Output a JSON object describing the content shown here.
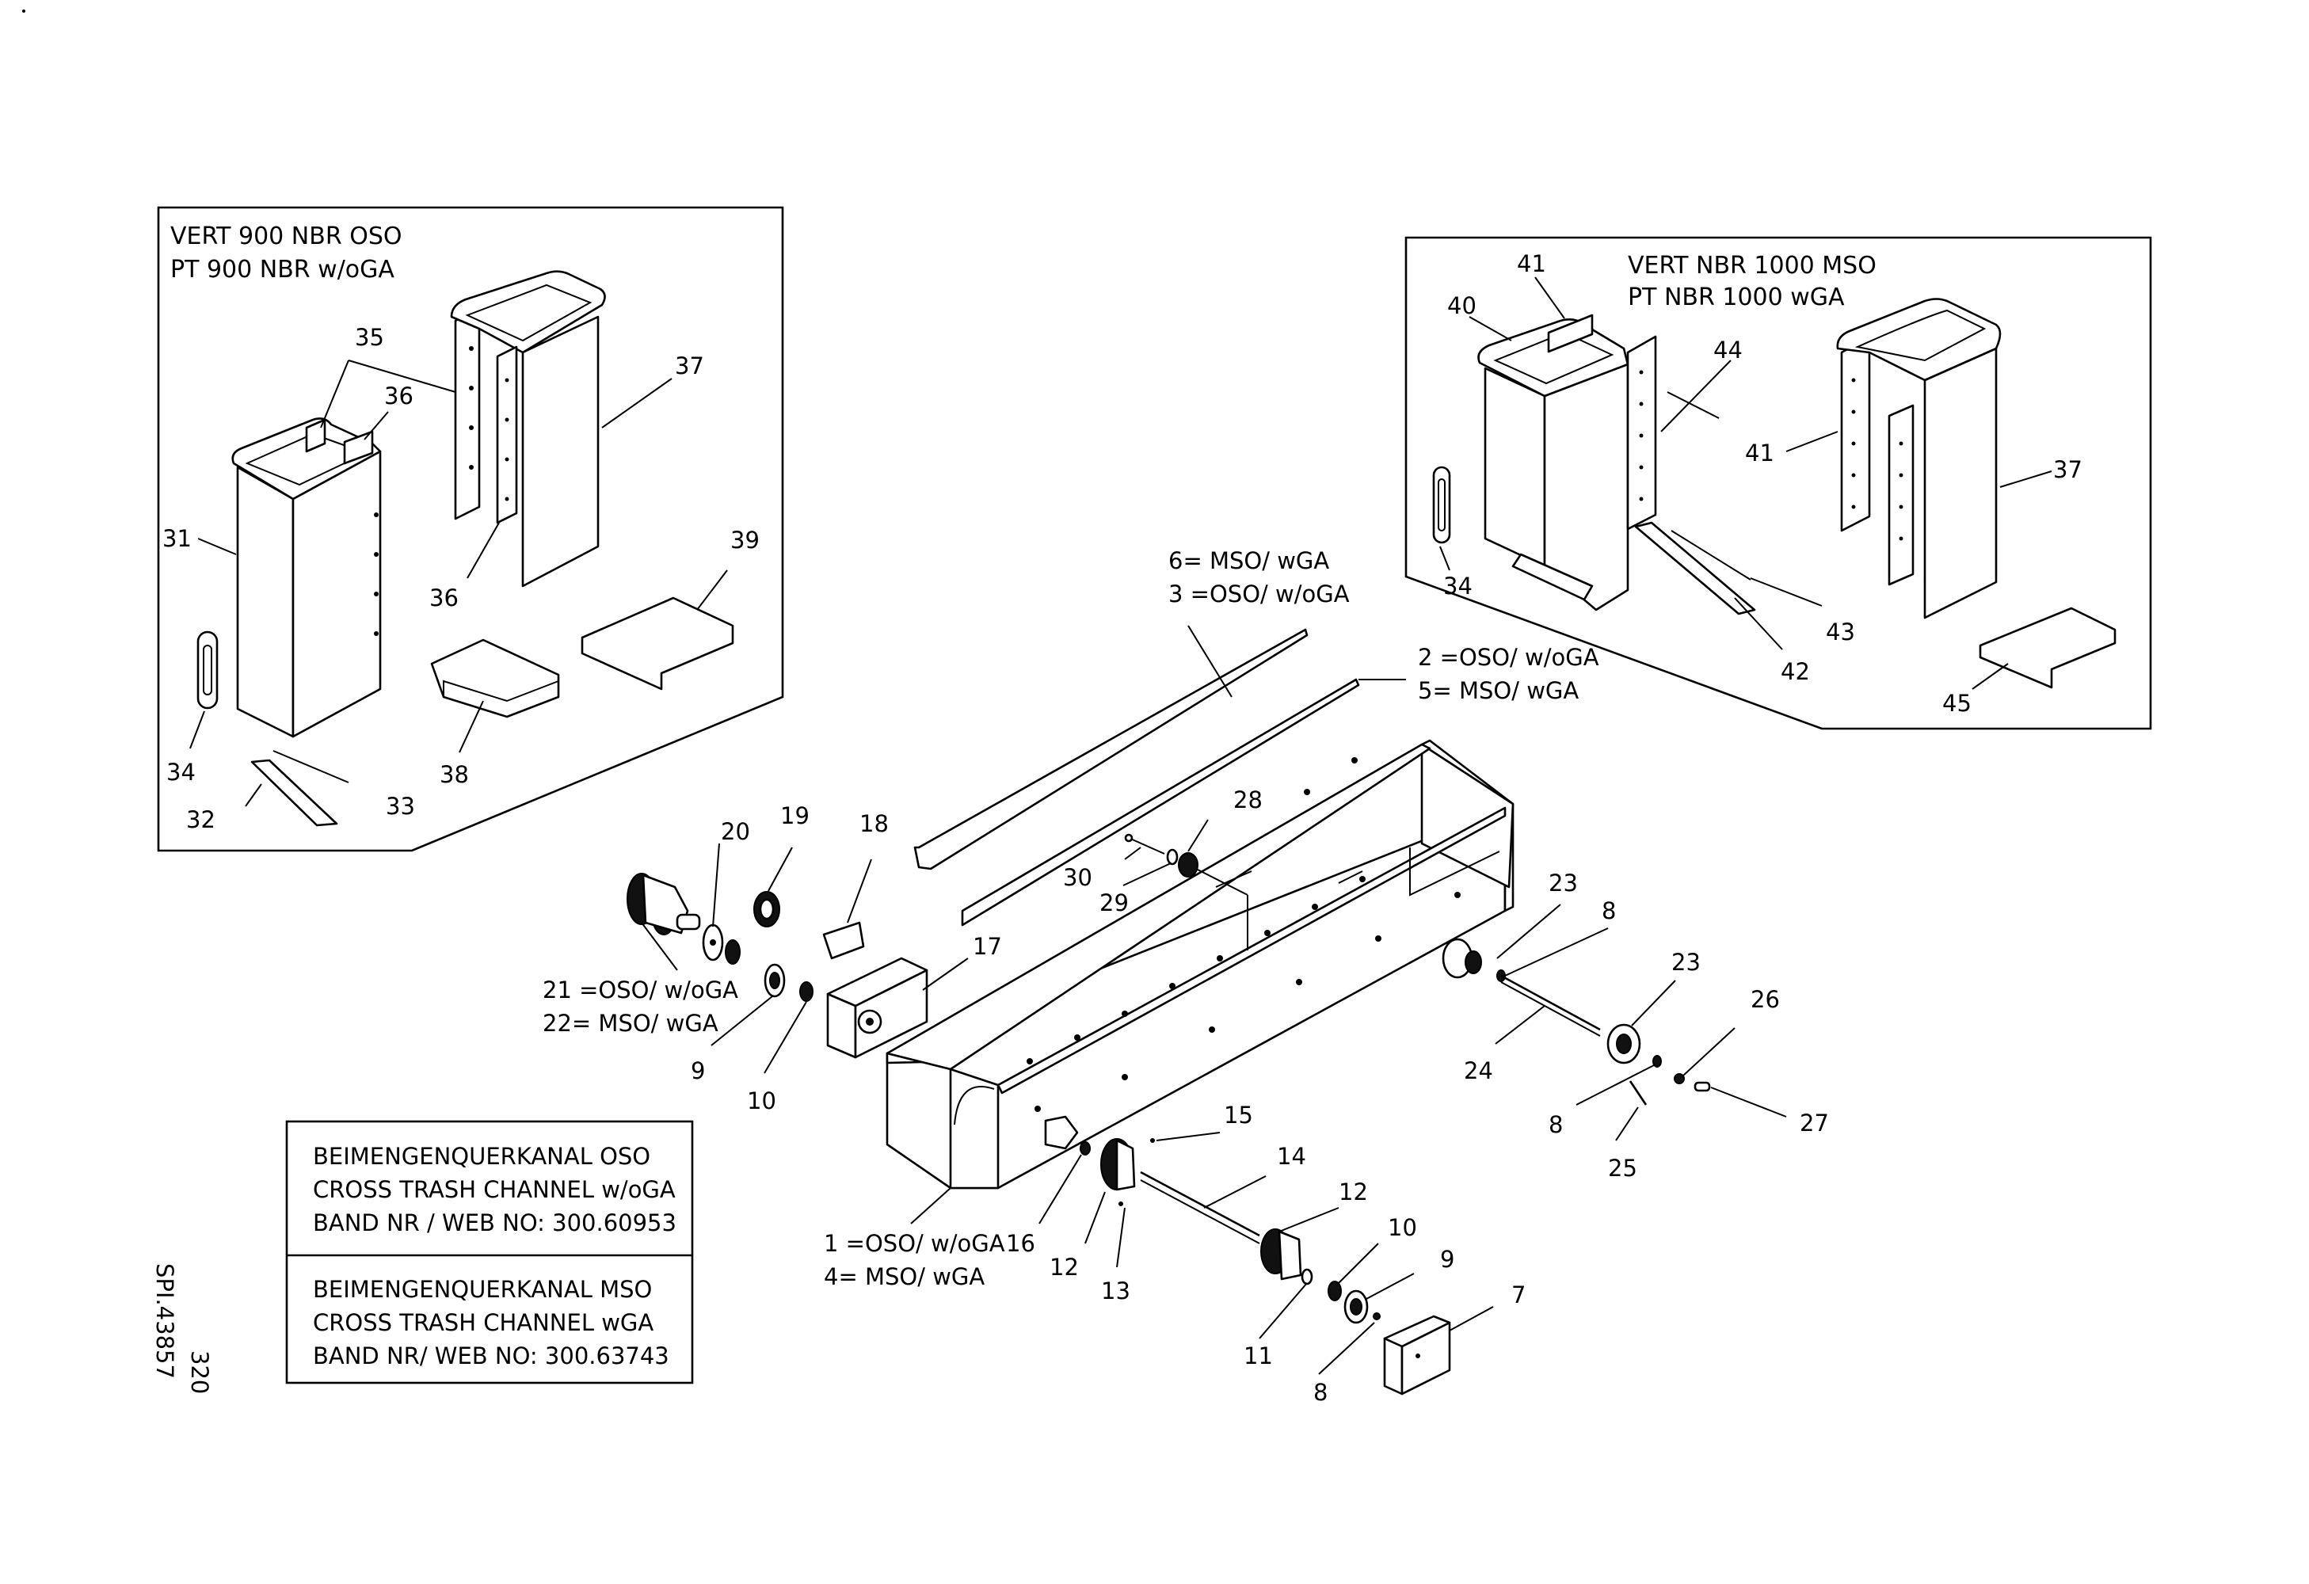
{
  "insets": {
    "left": {
      "line1": "VERT 900 NBR OSO",
      "line2": "PT 900 NBR w/oGA"
    },
    "right": {
      "line1": "VERT NBR 1000 MSO",
      "line2": "PT NBR 1000 wGA"
    }
  },
  "title_blocks": [
    {
      "line1": "BEIMENGENQUERKANAL OSO",
      "line2": "CROSS TRASH CHANNEL w/oGA",
      "line3": "BAND NR / WEB NO: 300.60953"
    },
    {
      "line1": "BEIMENGENQUERKANAL MSO",
      "line2": "CROSS TRASH CHANNEL wGA",
      "line3": "BAND NR/ WEB NO: 300.63743"
    }
  ],
  "drawing_ref": {
    "number": "SPI.43857",
    "page": "320"
  },
  "variant_labels": {
    "strip_top": {
      "line1": "6= MSO/ wGA",
      "line2": "3 =OSO/ w/oGA"
    },
    "strip_mid": {
      "line1": "2 =OSO/ w/oGA",
      "line2": "5= MSO/ wGA"
    },
    "gear_left": {
      "line1": "21 =OSO/ w/oGA",
      "line2": "22= MSO/ wGA"
    },
    "channel": {
      "line1": "1 =OSO/ w/oGA",
      "line2": "4= MSO/ wGA"
    }
  },
  "callouts": {
    "c31": "31",
    "c32": "32",
    "c33": "33",
    "c34": "34",
    "c35": "35",
    "c36a": "36",
    "c36b": "36",
    "c37a": "37",
    "c38": "38",
    "c39": "39",
    "c40": "40",
    "c41a": "41",
    "c41b": "41",
    "c34b": "34",
    "c37b": "37",
    "c42": "42",
    "c43": "43",
    "c44": "44",
    "c45": "45",
    "c7": "7",
    "c8a": "8",
    "c8b": "8",
    "c8c": "8",
    "c9a": "9",
    "c9b": "9",
    "c10a": "10",
    "c10b": "10",
    "c11": "11",
    "c12a": "12",
    "c12b": "12",
    "c13": "13",
    "c14": "14",
    "c15": "15",
    "c16": "16",
    "c17": "17",
    "c18": "18",
    "c19": "19",
    "c20": "20",
    "c23a": "23",
    "c23b": "23",
    "c24": "24",
    "c25": "25",
    "c26": "26",
    "c27": "27",
    "c28": "28",
    "c29": "29",
    "c30": "30"
  }
}
